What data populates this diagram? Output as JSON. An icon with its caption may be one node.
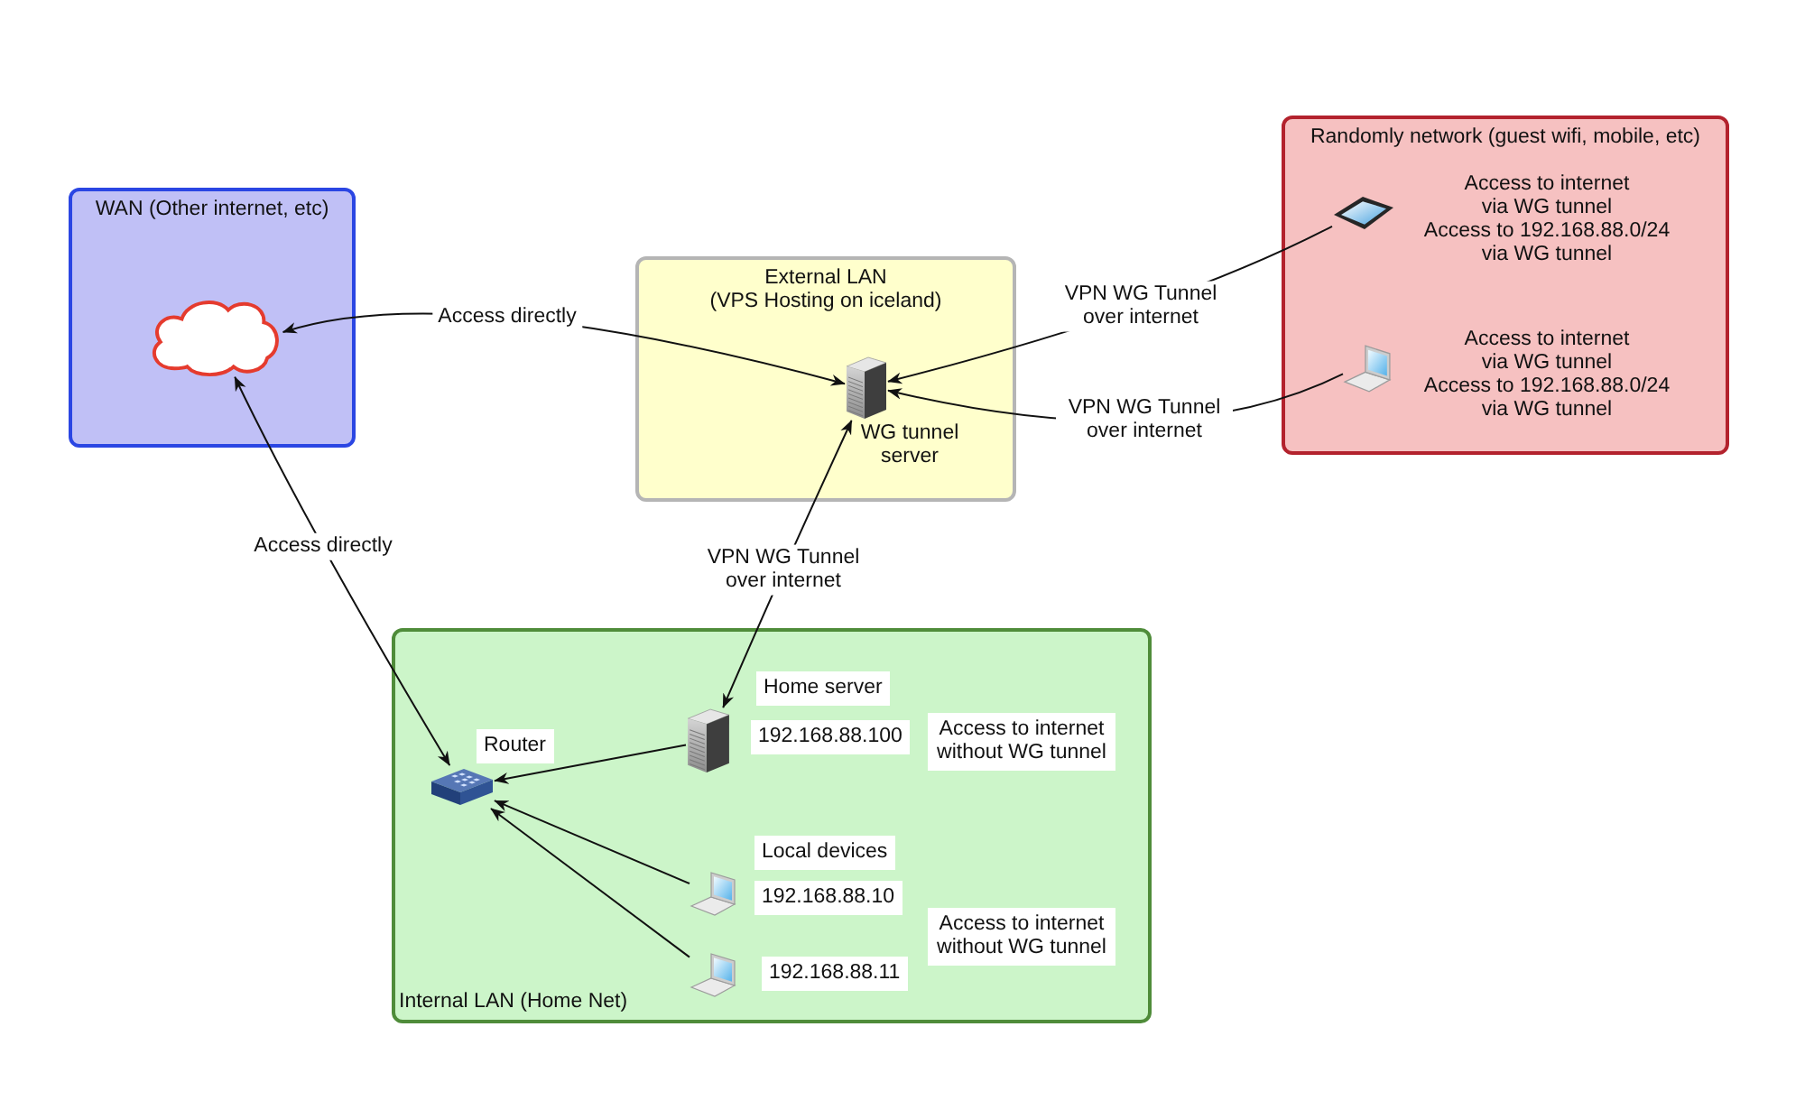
{
  "diagram": {
    "nodes": [
      {
        "text": [
          "WAN (Other internet, etc)"
        ]
      },
      {
        "text": [],
        "shape": "cloud",
        "in": 0
      },
      {
        "text": [
          "External LAN",
          "(VPS Hosting on iceland)"
        ]
      },
      {
        "text": [],
        "shape": "picture",
        "in": 2,
        "beside": [
          "WG tunnel server"
        ]
      },
      {
        "text": [
          "Randomly network (guest wifi, mobile, etc)"
        ]
      },
      {
        "text": [],
        "shape": "picture",
        "in": 4,
        "beside": [
          "Access to internet via WG tunnel",
          "Access to 192.168.88.0/24 via WG tunnel"
        ]
      },
      {
        "text": [],
        "shape": "picture",
        "in": 4,
        "beside": [
          "Access to internet via WG tunnel",
          "Access to 192.168.88.0/24 via WG tunnel"
        ]
      },
      {
        "text": [
          "Internal LAN (Home Net)"
        ]
      },
      {
        "text": [],
        "shape": "picture",
        "in": 7,
        "beside": [
          "Router"
        ]
      },
      {
        "text": [],
        "shape": "picture",
        "in": 7,
        "beside": [
          "Home server",
          "192.168.88.100"
        ]
      },
      {
        "text": [],
        "shape": "picture",
        "in": 7,
        "beside": [
          "192.168.88.10"
        ]
      },
      {
        "text": [],
        "shape": "picture",
        "in": 7,
        "beside": [
          "192.168.88.11"
        ]
      }
    ],
    "edges": [
      {
        "from": 3,
        "to": 1,
        "arrow": "both",
        "label": "Access directly"
      },
      {
        "from": 8,
        "to": 1,
        "arrow": "both",
        "label": "Access directly"
      },
      {
        "from": 5,
        "to": 3,
        "arrow": "to",
        "label": "VPN WG Tunnel over internet"
      },
      {
        "from": 6,
        "to": 3,
        "arrow": "to",
        "label": "VPN WG Tunnel over internet"
      },
      {
        "from": 9,
        "to": 3,
        "arrow": "both",
        "label": "VPN WG Tunnel over internet"
      },
      {
        "from": 9,
        "to": 8,
        "arrow": "to"
      },
      {
        "from": 10,
        "to": 8,
        "arrow": "to"
      },
      {
        "from": 11,
        "to": 8,
        "arrow": "to"
      }
    ],
    "labels": [
      "Access to internet without WG tunnel",
      "Local devices",
      "Access to internet without WG tunnel"
    ]
  }
}
